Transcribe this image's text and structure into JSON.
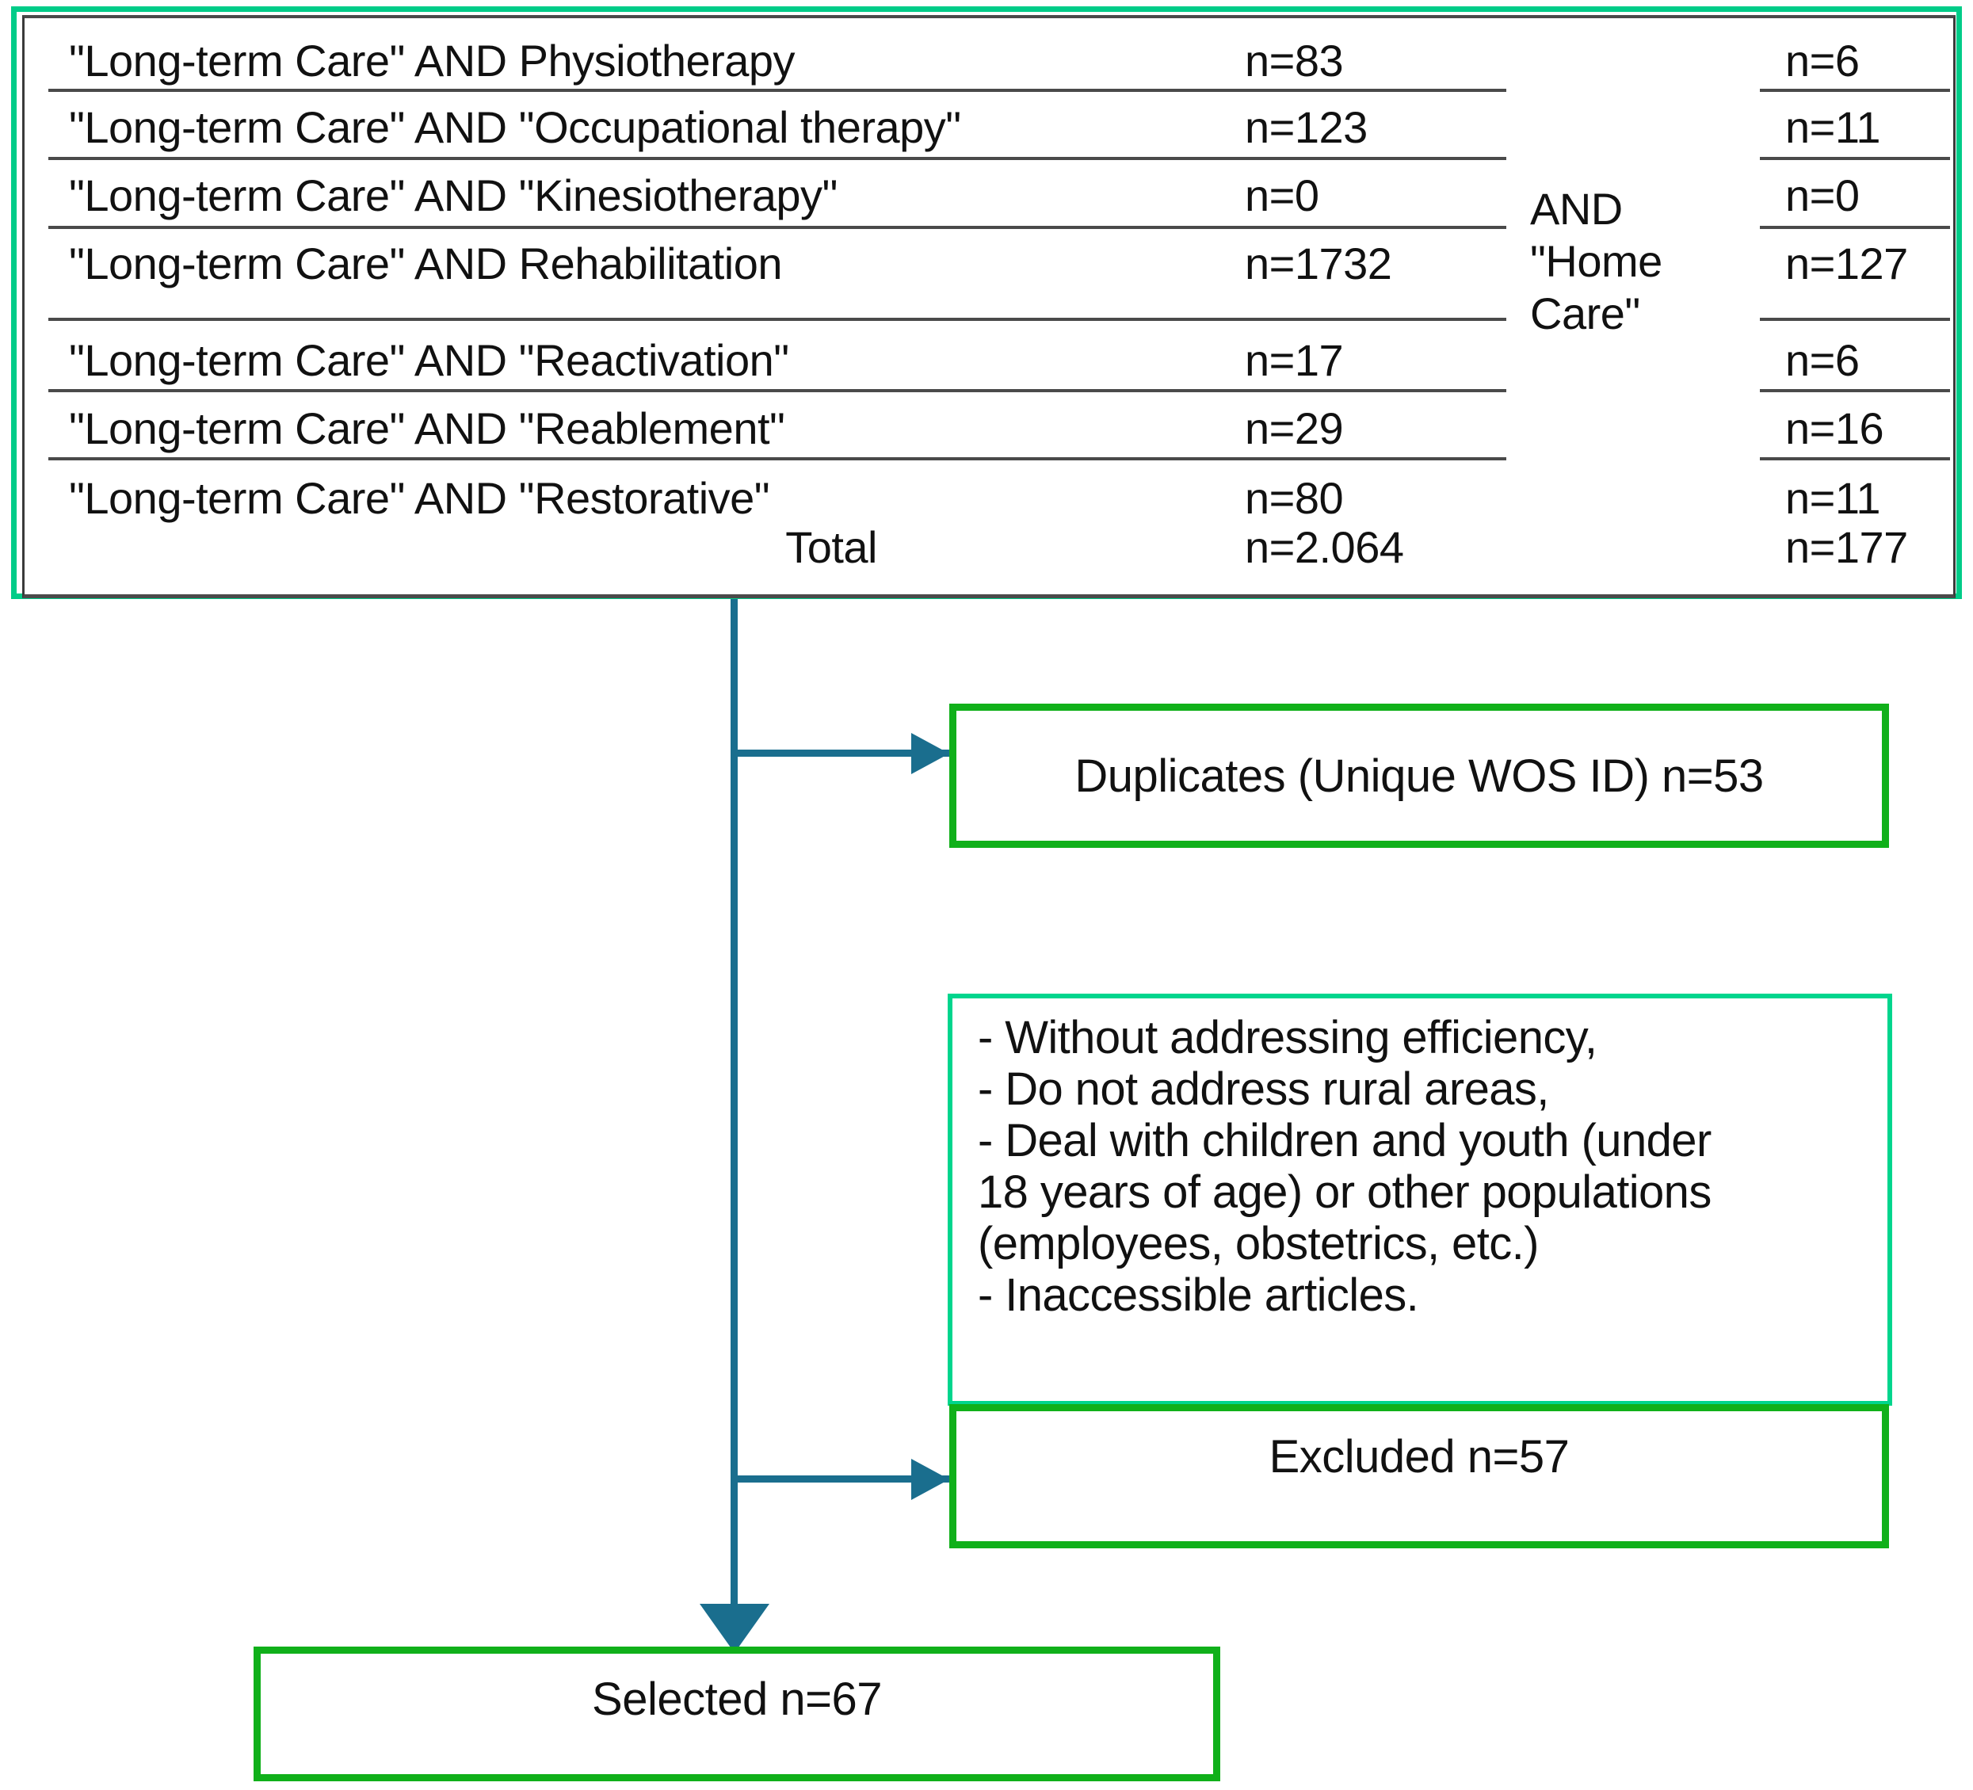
{
  "diagram": {
    "title": "Literature search and selection flow",
    "colors": {
      "table_border": "#00CC88",
      "table_rule": "#4a4a4a",
      "connector": "#1a6e8e",
      "box_green": "#10B01A",
      "box_spring": "#00D58D",
      "text": "#111111"
    }
  },
  "search_table": {
    "middle_column_label_lines": [
      "AND",
      "\"Home",
      "Care\""
    ],
    "rows": [
      {
        "query": "\"Long-term Care\" AND Physiotherapy",
        "n1": "n=83",
        "n2": "n=6"
      },
      {
        "query": "\"Long-term Care\" AND \"Occupational therapy\"",
        "n1": "n=123",
        "n2": "n=11"
      },
      {
        "query": "\"Long-term Care\" AND \"Kinesiotherapy\"",
        "n1": "n=0",
        "n2": "n=0"
      },
      {
        "query": "\"Long-term Care\" AND Rehabilitation",
        "n1": "n=1732",
        "n2": "n=127"
      },
      {
        "query": "\"Long-term Care\" AND \"Reactivation\"",
        "n1": "n=17",
        "n2": "n=6"
      },
      {
        "query": "\"Long-term Care\" AND \"Reablement\"",
        "n1": "n=29",
        "n2": "n=16"
      },
      {
        "query": "\"Long-term Care\" AND \"Restorative\"",
        "n1": "n=80",
        "n2": "n=11"
      },
      {
        "query": "Total",
        "n1": "n=2.064",
        "n2": "n=177"
      }
    ]
  },
  "flow": {
    "duplicates": "Duplicates (Unique WOS ID) n=53",
    "exclusion_criteria": [
      "- Without addressing efficiency,",
      "- Do not address rural areas,",
      "- Deal with children and youth (under",
      "18 years of age) or other populations",
      "(employees, obstetrics, etc.)",
      "- Inaccessible articles."
    ],
    "excluded": "Excluded n=57",
    "selected": "Selected n=67"
  }
}
